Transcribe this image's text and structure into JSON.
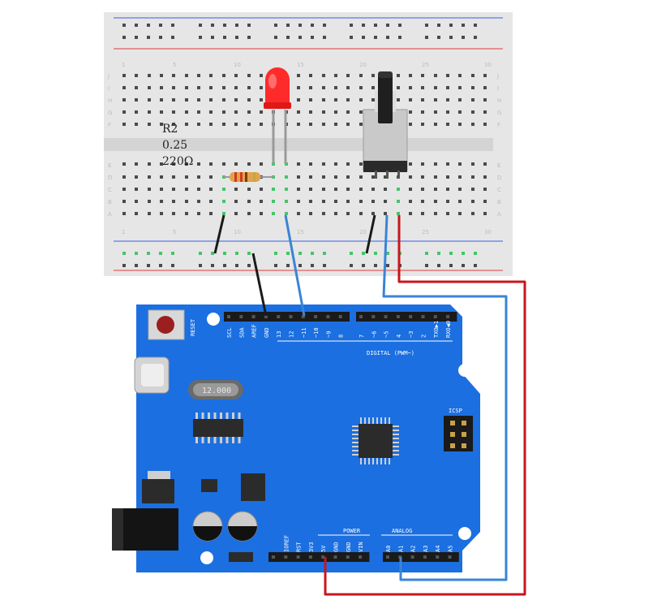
{
  "breadboard": {
    "column_numbers": [
      "1",
      "5",
      "10",
      "15",
      "20",
      "25",
      "30"
    ],
    "row_letters_top": [
      "J",
      "I",
      "H",
      "G",
      "F"
    ],
    "row_letters_bottom": [
      "E",
      "D",
      "C",
      "B",
      "A"
    ]
  },
  "resistor_label": {
    "name": "R2",
    "power": "0.25",
    "resistance": "220Ω"
  },
  "arduino": {
    "reset_label": "RESET",
    "crystal_label": "12.000",
    "icsp_label": "ICSP",
    "digital_label": "DIGITAL (PWM~)",
    "power_label": "POWER",
    "analog_label": "ANALOG",
    "top_header_pins": [
      "SCL",
      "SDA",
      "AREF",
      "GND",
      "13",
      "12",
      "~11",
      "~10",
      "~9",
      "8"
    ],
    "digital_pins_right": [
      "7",
      "~6",
      "~5",
      "4",
      "~3",
      "2",
      "TXO▶1",
      "RXO◀0"
    ],
    "power_pins": [
      "",
      "IOREF",
      "RST",
      "3V3",
      "5V",
      "GND",
      "GND",
      "VIN"
    ],
    "analog_pins": [
      "A0",
      "A1",
      "A2",
      "A3",
      "A4",
      "A5"
    ]
  },
  "colors": {
    "board_blue": "#1b6fe0",
    "breadboard": "#e6e6e6",
    "rail_red": "#e23b3b",
    "rail_blue": "#3b5fe2",
    "wire_black": "#1a1a1a",
    "wire_blue": "#3a84d6",
    "wire_red": "#c8161d",
    "led_red": "#ff2b2b",
    "highlight_green": "#46c46a"
  },
  "icons": {
    "led": "red-led-icon",
    "resistor": "resistor-icon",
    "potentiometer": "potentiometer-icon",
    "reset_button": "reset-button-icon",
    "usb": "usb-c-port-icon",
    "dc_jack": "dc-barrel-jack-icon",
    "chip": "microcontroller-chip-icon"
  }
}
